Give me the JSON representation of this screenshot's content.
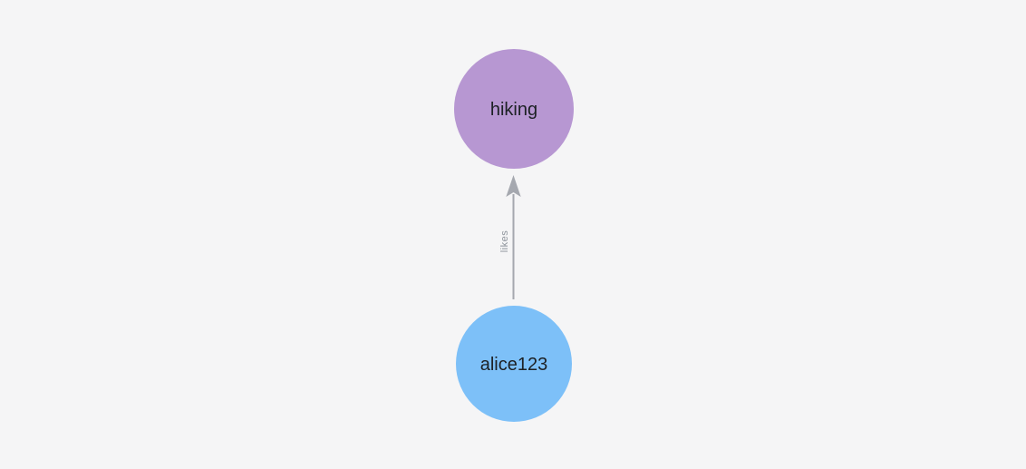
{
  "canvas": {
    "background_color": "#f5f5f6"
  },
  "graph": {
    "nodes": [
      {
        "id": "hiking",
        "label": "hiking",
        "color": "#b797d2",
        "text_color": "#1d2125"
      },
      {
        "id": "alice123",
        "label": "alice123",
        "color": "#7dc0f8",
        "text_color": "#1d2125"
      }
    ],
    "edges": [
      {
        "from": "alice123",
        "to": "hiking",
        "label": "likes",
        "color": "#a5a8af",
        "label_color": "#8d939b"
      }
    ]
  }
}
